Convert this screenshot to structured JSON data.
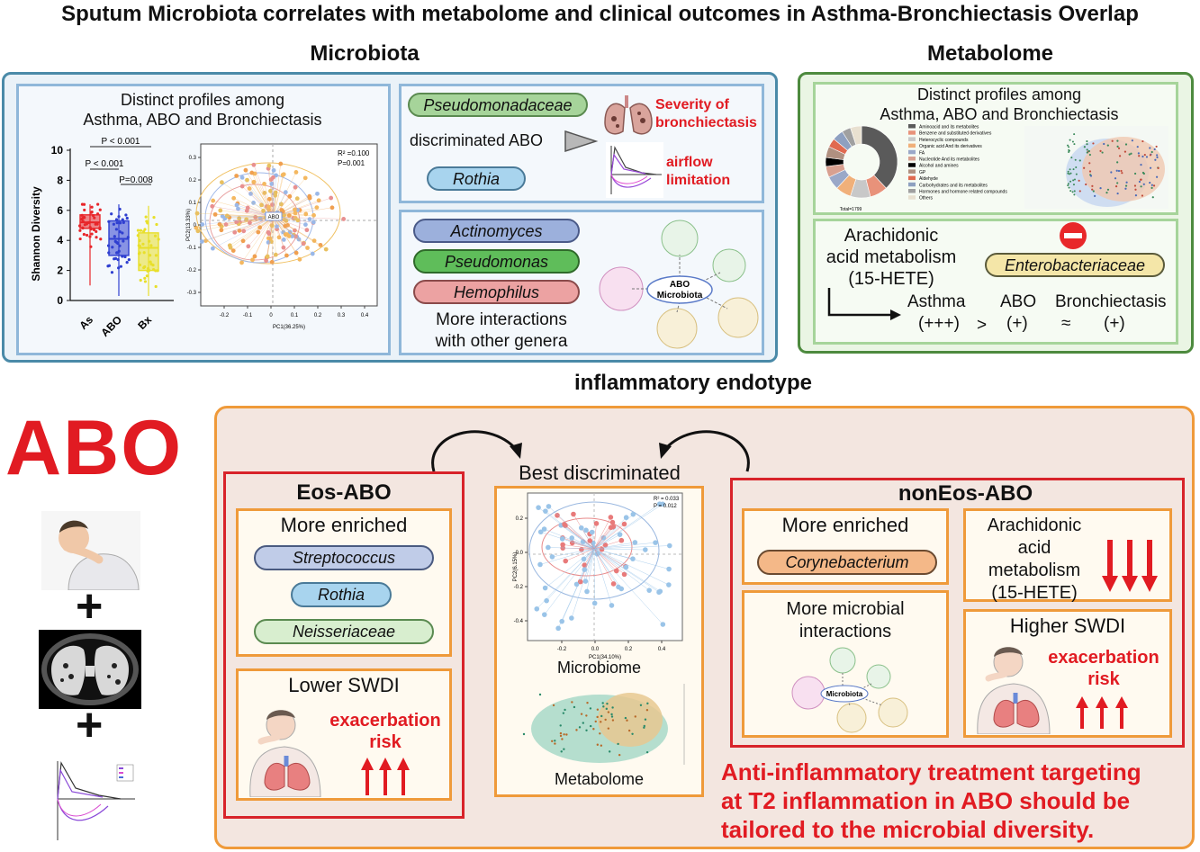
{
  "title": "Sputum Microbiota correlates with metabolome and clinical outcomes in Asthma-Bronchiectasis Overlap",
  "microbiota": {
    "heading": "Microbiota",
    "profiles_line1": "Distinct profiles among",
    "profiles_line2": "Asthma, ABO and Bronchiectasis",
    "shannon": {
      "ylabel": "Shannon Diversity",
      "yticks": [
        "10",
        "8",
        "6",
        "4",
        "2",
        "0"
      ],
      "categories": [
        "As",
        "ABO",
        "Bx"
      ],
      "colors": [
        "#e8262a",
        "#2f3fd0",
        "#e8df2a"
      ],
      "boxes": [
        {
          "min": 1,
          "q1": 4.8,
          "median": 5.2,
          "q3": 5.7,
          "max": 6.4
        },
        {
          "min": 0.3,
          "q1": 3.0,
          "median": 4.1,
          "q3": 5.3,
          "max": 6.4
        },
        {
          "min": 0.3,
          "q1": 2.0,
          "median": 3.5,
          "q3": 4.5,
          "max": 6.3
        }
      ],
      "p1": "P < 0.001",
      "p2": "P < 0.001",
      "p3": "P=0.008"
    },
    "pcoa": {
      "stat1": "R² =0.100",
      "stat2": "P=0.001",
      "xlabel": "PC1(36.25%)",
      "ylabel": "PC2(13.33%)",
      "xticks": [
        "-0.2",
        "-0.1",
        "0",
        "0.1",
        "0.2",
        "0.3",
        "0.4"
      ],
      "yticks": [
        "0.3",
        "0.2",
        "0.1",
        "0",
        "-0.1",
        "-0.2",
        "-0.3"
      ],
      "center_label": "ABO"
    },
    "pill_pseudomonadaceae": "Pseudomonadaceae",
    "discriminated": "discriminated ABO",
    "pill_rothia": "Rothia",
    "severity_line1": "Severity of",
    "severity_line2": "bronchiectasis",
    "airflow_line1": "airflow",
    "airflow_line2": "limitation",
    "pill_actinomyces": "Actinomyces",
    "pill_pseudomonas": "Pseudomonas",
    "pill_hemophilus": "Hemophilus",
    "interactions_line1": "More interactions",
    "interactions_line2": "with other genera",
    "network_center_line1": "ABO",
    "network_center_line2": "Microbiota"
  },
  "metabolome": {
    "heading": "Metabolome",
    "profiles_line1": "Distinct profiles among",
    "profiles_line2": "Asthma, ABO and Bronchiectasis",
    "donut_total": "Total=1799",
    "legend": [
      {
        "label": "Aminoacid and its metabolites",
        "color": "#5a5a5a"
      },
      {
        "label": "Benzene and substituted derivatives",
        "color": "#e8927a"
      },
      {
        "label": "Heterocyclic compounds",
        "color": "#c8c8c8"
      },
      {
        "label": "Organic acid And its derivatives",
        "color": "#f0b07a"
      },
      {
        "label": "FA",
        "color": "#9aa8c8"
      },
      {
        "label": "Nucleotide And its metabolites",
        "color": "#d8a090"
      },
      {
        "label": "Alcohol and amines",
        "color": "#000000"
      },
      {
        "label": "GP",
        "color": "#b09080"
      },
      {
        "label": "Aldehyde",
        "color": "#e06a50"
      },
      {
        "label": "Carbohydrates and its metabolites",
        "color": "#8ea0c0"
      },
      {
        "label": "Hormones and hormone related compounds",
        "color": "#a0a0a0"
      },
      {
        "label": "Others",
        "color": "#e8e0d0"
      }
    ],
    "donut_values": [
      38,
      8,
      9,
      7,
      6,
      5,
      4,
      5,
      4,
      5,
      4,
      5
    ],
    "aa_line1": "Arachidonic",
    "aa_line2": "acid metabolism",
    "aa_line3": "(15-HETE)",
    "pill_enterobacteriaceae": "Enterobacteriaceae",
    "cmp_asthma": "Asthma",
    "cmp_asthma_level": "(+++)",
    "cmp_gt": ">",
    "cmp_abo": "ABO",
    "cmp_abo_level": "(+)",
    "cmp_approx": "≈",
    "cmp_bx": "Bronchiectasis",
    "cmp_bx_level": "(+)"
  },
  "endotype": {
    "heading": "inflammatory endotype",
    "abo_big": "ABO",
    "best_discriminated": "Best discriminated",
    "microbiome_label": "Microbiome",
    "metabolome_label": "Metabolome",
    "pcoa_stat1": "R² = 0.033",
    "pcoa_stat2": "P = 0.012",
    "pcoa_xlabel": "PC1(34.10%)",
    "pcoa_ylabel": "PC2(6.15%)",
    "pcoa_xticks": [
      "-0.2",
      "0.0",
      "0.2",
      "0.4"
    ],
    "pcoa_yticks": [
      "0.2",
      "0.0",
      "-0.2",
      "-0.4"
    ],
    "eos": {
      "title": "Eos-ABO",
      "enriched": "More enriched",
      "pill1": "Streptococcus",
      "pill2": "Rothia",
      "pill3": "Neisseriaceae",
      "swdi": "Lower SWDI",
      "risk_line1": "exacerbation",
      "risk_line2": "risk"
    },
    "noneos": {
      "title": "nonEos-ABO",
      "enriched": "More enriched",
      "pill1": "Corynebacterium",
      "interactions_line1": "More microbial",
      "interactions_line2": "interactions",
      "network_center": "Microbiota",
      "aa_line1": "Arachidonic",
      "aa_line2": "acid",
      "aa_line3": "metabolism",
      "aa_line4": "(15-HETE)",
      "swdi": "Higher SWDI",
      "risk_line1": "exacerbation",
      "risk_line2": "risk"
    },
    "conclusion_line1": "Anti-inflammatory treatment targeting",
    "conclusion_line2": "at T2 inflammation in ABO should be",
    "conclusion_line3": "tailored to the microbial diversity."
  },
  "plus": "+"
}
